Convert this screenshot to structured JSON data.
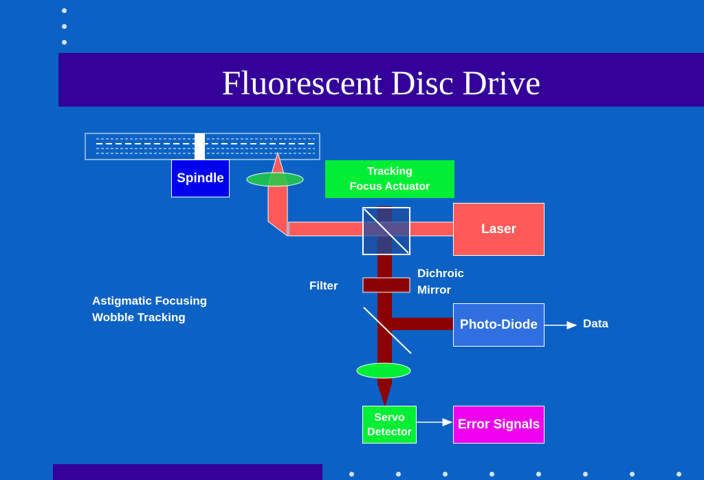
{
  "title": "Fluorescent Disc Drive",
  "colors": {
    "background": "#0b62c4",
    "title_bar": "#330099",
    "laser_beam": "#ff5a5a",
    "fluorescent_beam": "#8b0000",
    "lens": "#22cc44",
    "spindle": "#0000ee",
    "actuator": "#00ee33",
    "photo_diode": "#2f6fe0",
    "error_signals": "#ee00ee"
  },
  "blocks": {
    "spindle": "Spindle",
    "actuator": "Tracking\nFocus Actuator",
    "laser": "Laser",
    "photo_diode": "Photo-Diode",
    "servo_detector": "Servo\nDetector",
    "error_signals": "Error Signals"
  },
  "labels": {
    "filter": "Filter",
    "dichroic_mirror": "Dichroic\nMirror",
    "data": "Data",
    "method": "Astigmatic Focusing\nWobble Tracking"
  }
}
